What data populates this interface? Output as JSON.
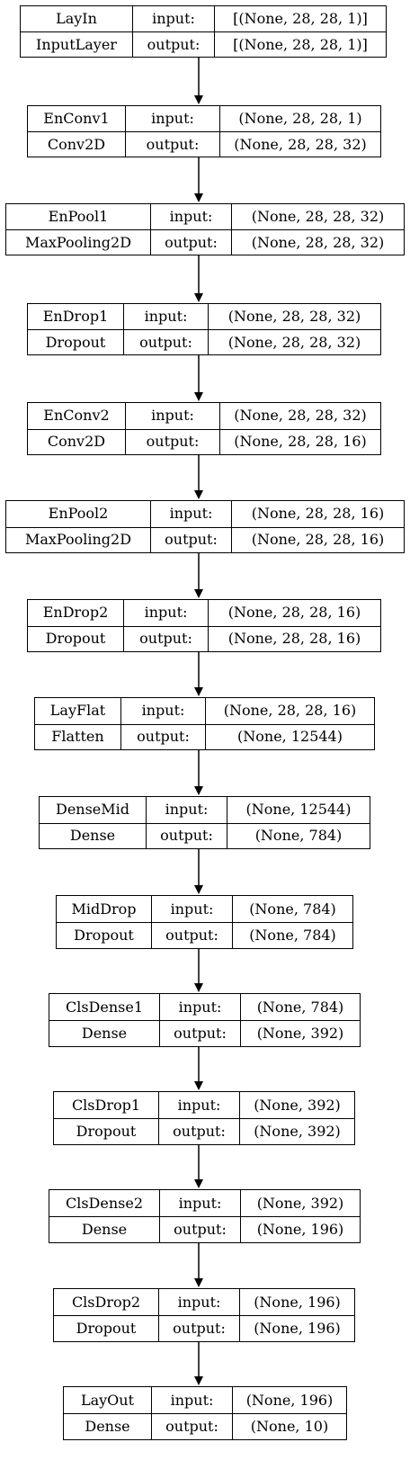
{
  "diagram": {
    "layers": [
      {
        "name": "LayIn",
        "type": "InputLayer",
        "input_label": "input:",
        "input": "[(None, 28, 28, 1)]",
        "output_label": "output:",
        "output": "[(None, 28, 28, 1)]"
      },
      {
        "name": "EnConv1",
        "type": "Conv2D",
        "input_label": "input:",
        "input": "(None, 28, 28, 1)",
        "output_label": "output:",
        "output": "(None, 28, 28, 32)"
      },
      {
        "name": "EnPool1",
        "type": "MaxPooling2D",
        "input_label": "input:",
        "input": "(None, 28, 28, 32)",
        "output_label": "output:",
        "output": "(None, 28, 28, 32)"
      },
      {
        "name": "EnDrop1",
        "type": "Dropout",
        "input_label": "input:",
        "input": "(None, 28, 28, 32)",
        "output_label": "output:",
        "output": "(None, 28, 28, 32)"
      },
      {
        "name": "EnConv2",
        "type": "Conv2D",
        "input_label": "input:",
        "input": "(None, 28, 28, 32)",
        "output_label": "output:",
        "output": "(None, 28, 28, 16)"
      },
      {
        "name": "EnPool2",
        "type": "MaxPooling2D",
        "input_label": "input:",
        "input": "(None, 28, 28, 16)",
        "output_label": "output:",
        "output": "(None, 28, 28, 16)"
      },
      {
        "name": "EnDrop2",
        "type": "Dropout",
        "input_label": "input:",
        "input": "(None, 28, 28, 16)",
        "output_label": "output:",
        "output": "(None, 28, 28, 16)"
      },
      {
        "name": "LayFlat",
        "type": "Flatten",
        "input_label": "input:",
        "input": "(None, 28, 28, 16)",
        "output_label": "output:",
        "output": "(None, 12544)"
      },
      {
        "name": "DenseMid",
        "type": "Dense",
        "input_label": "input:",
        "input": "(None, 12544)",
        "output_label": "output:",
        "output": "(None, 784)"
      },
      {
        "name": "MidDrop",
        "type": "Dropout",
        "input_label": "input:",
        "input": "(None, 784)",
        "output_label": "output:",
        "output": "(None, 784)"
      },
      {
        "name": "ClsDense1",
        "type": "Dense",
        "input_label": "input:",
        "input": "(None, 784)",
        "output_label": "output:",
        "output": "(None, 392)"
      },
      {
        "name": "ClsDrop1",
        "type": "Dropout",
        "input_label": "input:",
        "input": "(None, 392)",
        "output_label": "output:",
        "output": "(None, 392)"
      },
      {
        "name": "ClsDense2",
        "type": "Dense",
        "input_label": "input:",
        "input": "(None, 392)",
        "output_label": "output:",
        "output": "(None, 196)"
      },
      {
        "name": "ClsDrop2",
        "type": "Dropout",
        "input_label": "input:",
        "input": "(None, 196)",
        "output_label": "output:",
        "output": "(None, 196)"
      },
      {
        "name": "LayOut",
        "type": "Dense",
        "input_label": "input:",
        "input": "(None, 196)",
        "output_label": "output:",
        "output": "(None, 10)"
      }
    ]
  }
}
